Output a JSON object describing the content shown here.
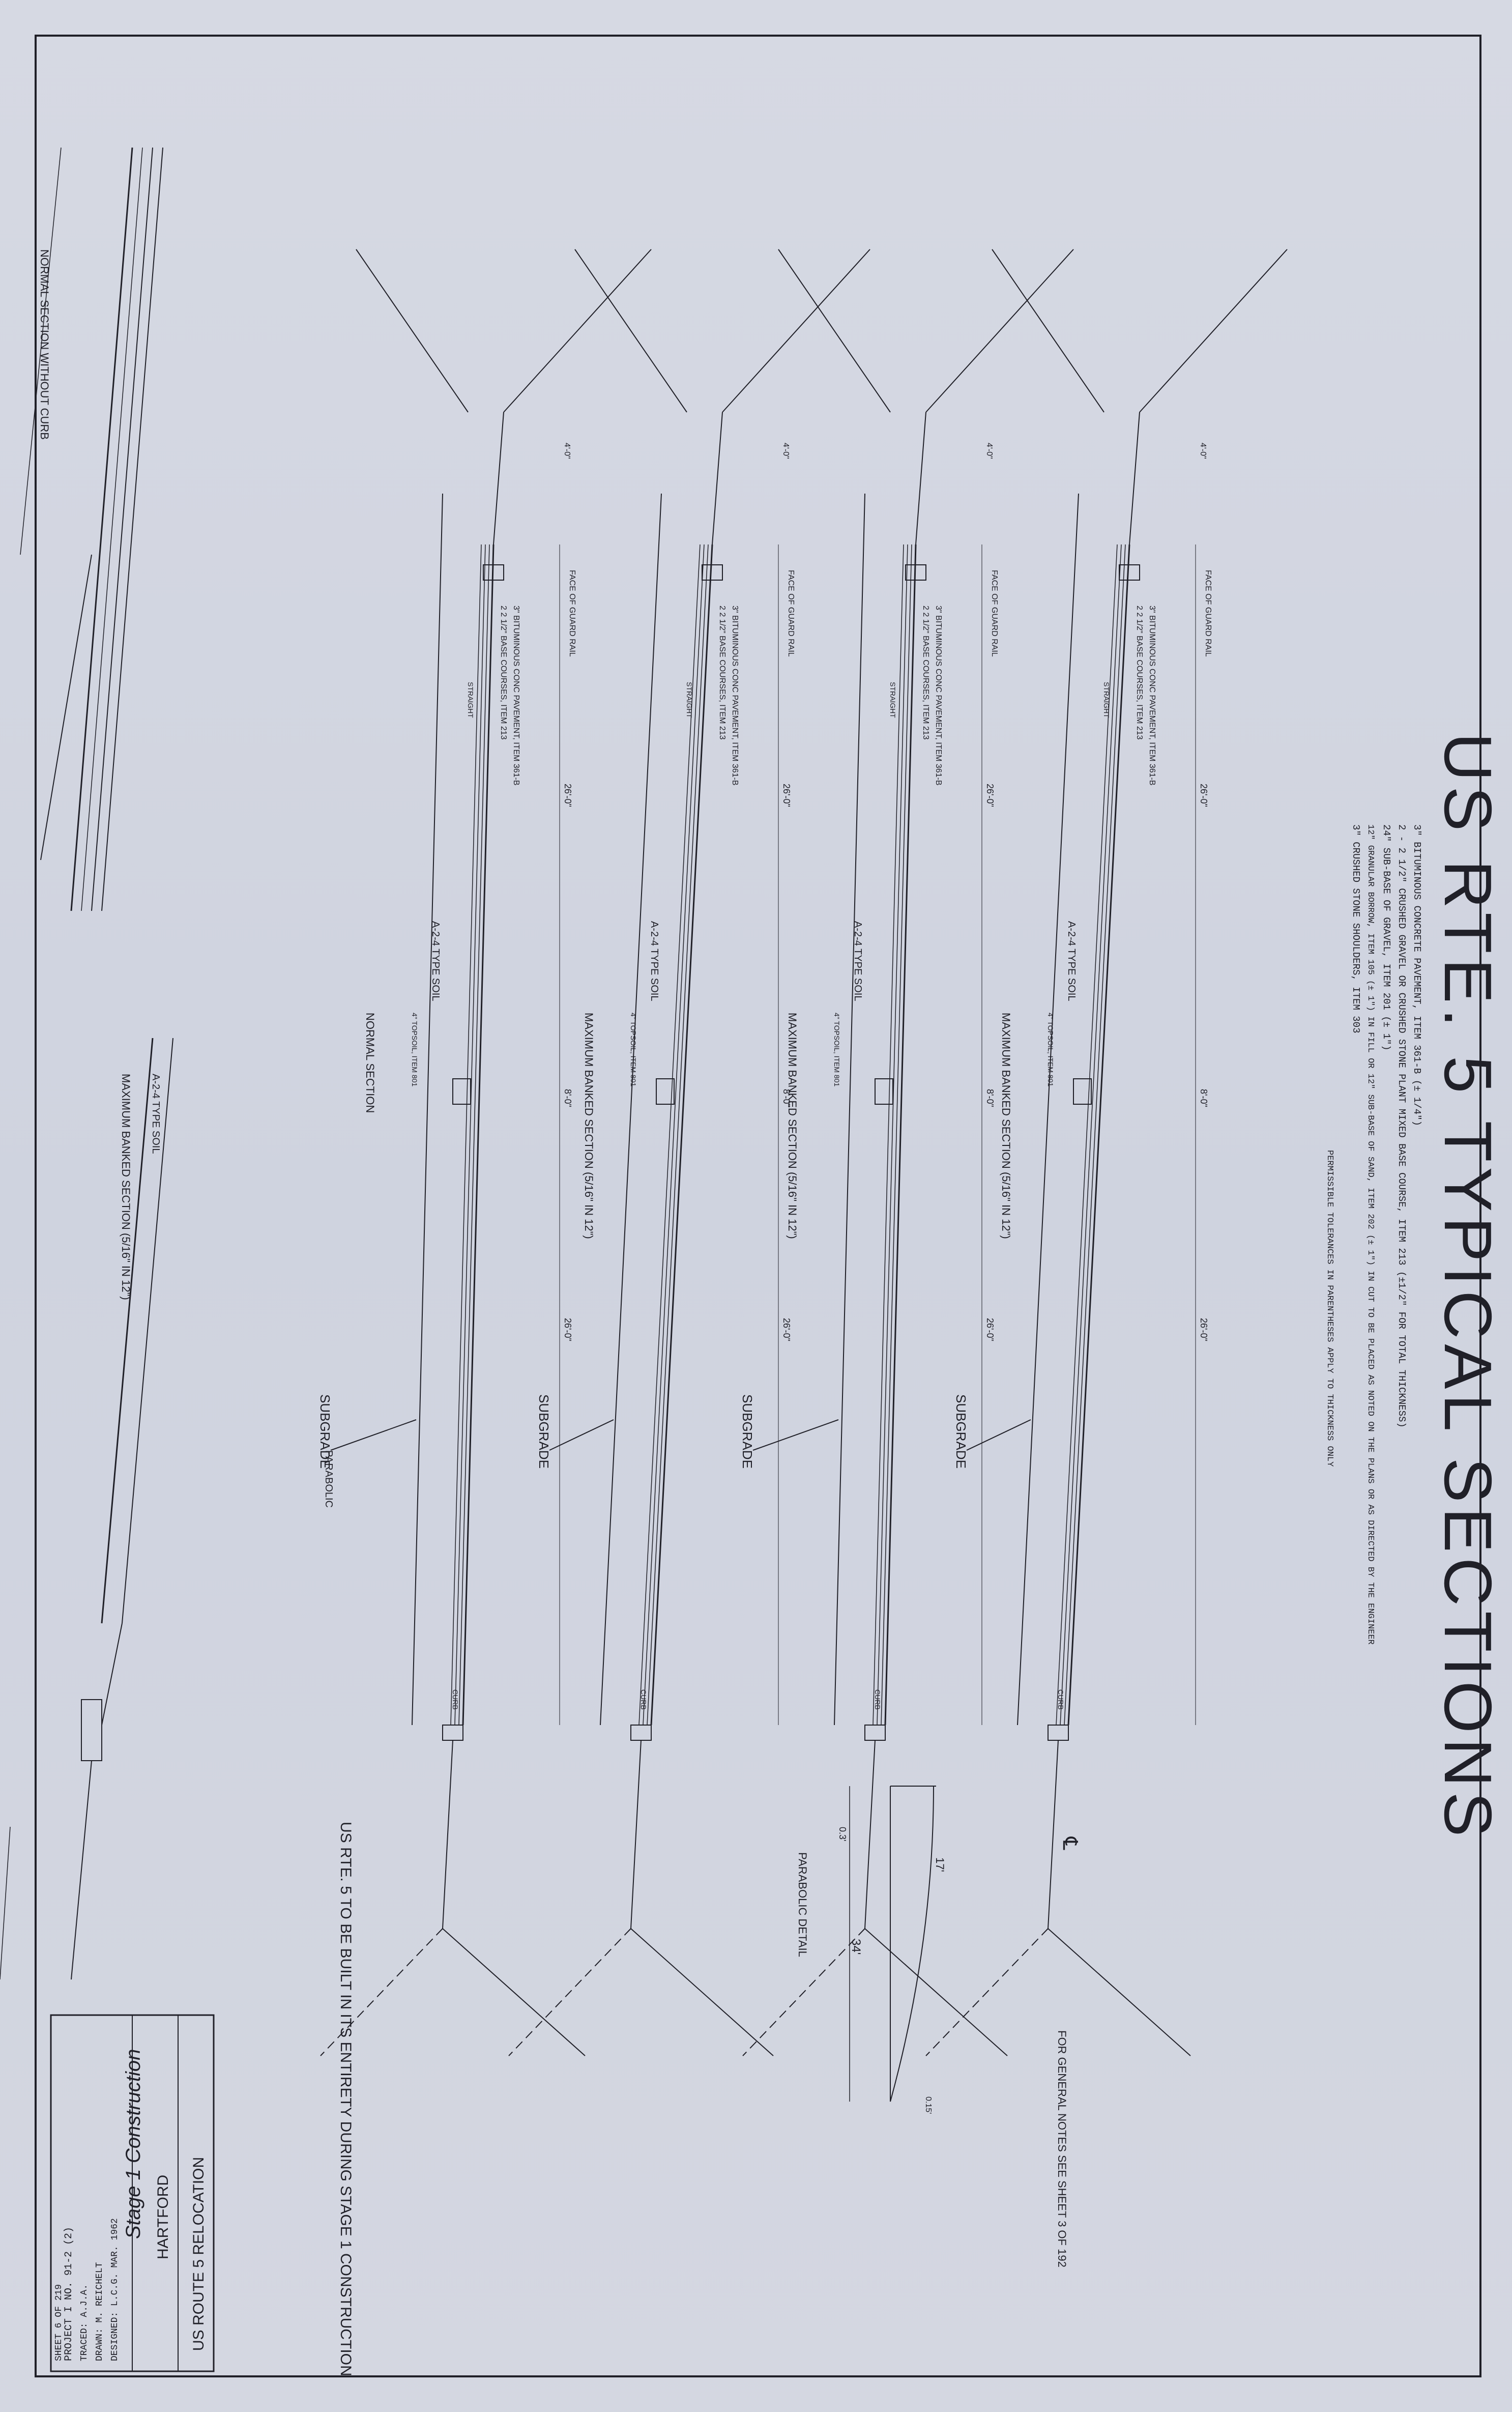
{
  "main_title": "US RTE. 5 TYPICAL SECTIONS",
  "general_notes": [
    "3\" BITUMINOUS CONCRETE PAVEMENT, ITEM 361-B (± 1/4\")",
    "2 - 2 1/2\" CRUSHED GRAVEL OR CRUSHED STONE PLANT MIXED BASE COURSE, ITEM 213 (±1/2\" FOR TOTAL THICKNESS)",
    "24\" SUB-BASE OF GRAVEL, ITEM 201 (± 1\")",
    "12\" GRANULAR BORROW, ITEM 105 (± 1\") IN FILL OR 12\" SUB-BASE OF SAND, ITEM 202 (± 1\") IN CUT TO BE PLACED AS NOTED ON THE PLANS OR AS DIRECTED BY THE ENGINEER",
    "3\" CRUSHED STONE SHOULDERS, ITEM 303",
    "PERMISSIBLE TOLERANCES IN PARENTHESES APPLY TO THICKNESS ONLY"
  ],
  "paraboloc_detail": {
    "label": "PARABOLIC DETAIL",
    "dim_total": "34'",
    "dim_half": "17'",
    "dim_rise": "0.3'",
    "dim_small": "0.15'"
  },
  "sections": [
    {
      "label": "MAXIMUM BANKED SECTION (5/16\" IN 12\")",
      "subgrade": "SUBGRADE"
    },
    {
      "label": "MAXIMUM BANKED SECTION (5/16\" IN 12\")",
      "subgrade": "SUBGRADE"
    },
    {
      "label": "MAXIMUM BANKED SECTION (5/16\" IN 12\")",
      "subgrade": "SUBGRADE"
    },
    {
      "label": "NORMAL SECTION",
      "subgrade": "SUBGRADE"
    },
    {
      "label": "MAXIMUM BANKED SECTION (5/16\" IN 12\")",
      "subgrade": ""
    }
  ],
  "normal_without_curb": "NORMAL SECTION WITHOUT CURB",
  "stage_note": "US RTE. 5 TO BE BUILT IN ITS ENTIRETY DURING STAGE 1 CONSTRUCTION",
  "general_notes_ref": "FOR GENERAL NOTES SEE SHEET 3 OF 192",
  "soil_type": "A-2-4 TYPE SOIL",
  "labels": {
    "face_of_guard_rail": "FACE OF GUARD RAIL",
    "straight": "STRAIGHT",
    "parabolic": "PARABOLIC",
    "curb": "CURB",
    "dim_26": "26'-0\"",
    "dim_8": "8'-0\"",
    "dim_4": "4'-0\"",
    "pavement_note": "3\" BITUMINOUS CONC PAVEMENT, ITEM 361-B",
    "base_note": "2 2 1/2\" BASE COURSES, ITEM 213",
    "topsoil": "4\" TOPSOIL, ITEM 801"
  },
  "title_block": {
    "handwritten": "Stage 1 Construction",
    "city": "HARTFORD",
    "project_name": "US ROUTE 5 RELOCATION",
    "designed": "DESIGNED: L.C.G. MAR. 1962",
    "drawn": "DRAWN: M. REICHELT",
    "traced": "TRACED: A.J.A.",
    "project_no": "PROJECT  I  NO. 91-2 (2)",
    "sheet": "SHEET  6  OF 219"
  }
}
